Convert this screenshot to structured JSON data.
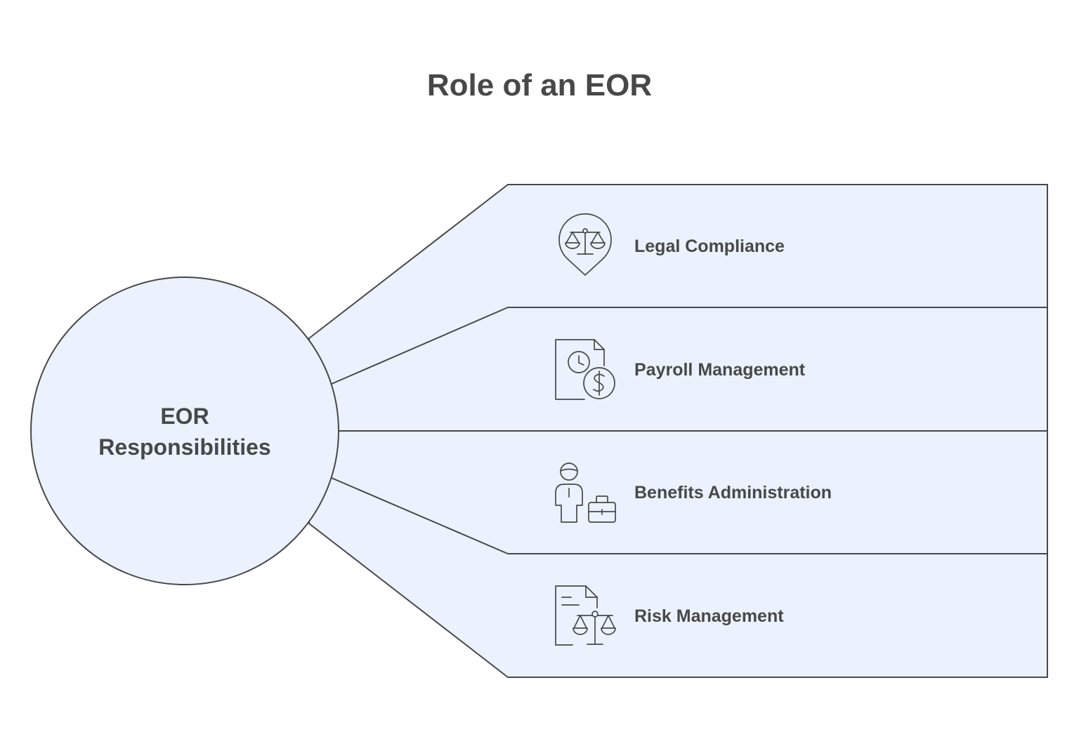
{
  "title": "Role of an EOR",
  "hub": {
    "line1": "EOR",
    "line2": "Responsibilities"
  },
  "items": [
    {
      "label": "Legal Compliance",
      "icon": "scales-location-pin-icon"
    },
    {
      "label": "Payroll Management",
      "icon": "document-clock-dollar-icon"
    },
    {
      "label": "Benefits Administration",
      "icon": "person-briefcase-icon"
    },
    {
      "label": "Risk Management",
      "icon": "document-scales-icon"
    }
  ],
  "colors": {
    "fill": "#ebf2fe",
    "stroke": "#484848",
    "text": "#484848",
    "background": "#ffffff"
  }
}
